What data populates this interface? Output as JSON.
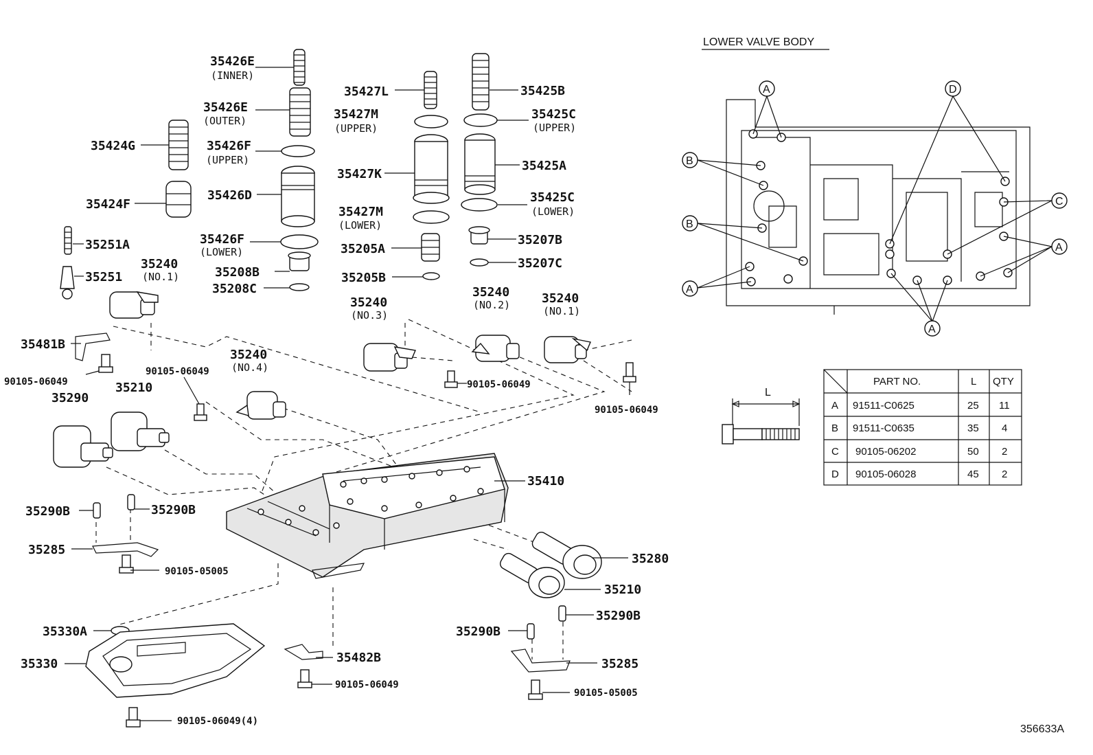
{
  "diagram": {
    "section_title": "LOWER VALVE BODY",
    "figure_id": "356633A",
    "labels": [
      {
        "id": "35426E",
        "text": "35426E",
        "sub": "(INNER)"
      },
      {
        "id": "35426E-outer",
        "text": "35426E",
        "sub": "(OUTER)"
      },
      {
        "id": "35424G",
        "text": "35424G",
        "sub": ""
      },
      {
        "id": "35426F-upper",
        "text": "35426F",
        "sub": "(UPPER)"
      },
      {
        "id": "35426D",
        "text": "35426D",
        "sub": ""
      },
      {
        "id": "35424F",
        "text": "35424F",
        "sub": ""
      },
      {
        "id": "35426F-lower",
        "text": "35426F",
        "sub": "(LOWER)"
      },
      {
        "id": "35251A",
        "text": "35251A",
        "sub": ""
      },
      {
        "id": "35208B",
        "text": "35208B",
        "sub": ""
      },
      {
        "id": "35208C",
        "text": "35208C",
        "sub": ""
      },
      {
        "id": "35251",
        "text": "35251",
        "sub": ""
      },
      {
        "id": "35240-no1-left",
        "text": "35240",
        "sub": "(NO.1)"
      },
      {
        "id": "35427L",
        "text": "35427L",
        "sub": ""
      },
      {
        "id": "35427M-upper",
        "text": "35427M",
        "sub": "(UPPER)"
      },
      {
        "id": "35427K",
        "text": "35427K",
        "sub": ""
      },
      {
        "id": "35427M-lower",
        "text": "35427M",
        "sub": "(LOWER)"
      },
      {
        "id": "35205A",
        "text": "35205A",
        "sub": ""
      },
      {
        "id": "35205B",
        "text": "35205B",
        "sub": ""
      },
      {
        "id": "35425B",
        "text": "35425B",
        "sub": ""
      },
      {
        "id": "35425C-upper",
        "text": "35425C",
        "sub": "(UPPER)"
      },
      {
        "id": "35425A",
        "text": "35425A",
        "sub": ""
      },
      {
        "id": "35425C-lower",
        "text": "35425C",
        "sub": "(LOWER)"
      },
      {
        "id": "35207B",
        "text": "35207B",
        "sub": ""
      },
      {
        "id": "35207C",
        "text": "35207C",
        "sub": ""
      },
      {
        "id": "35240-no3",
        "text": "35240",
        "sub": "(NO.3)"
      },
      {
        "id": "35240-no2",
        "text": "35240",
        "sub": "(NO.2)"
      },
      {
        "id": "35240-no1-right",
        "text": "35240",
        "sub": "(NO.1)"
      },
      {
        "id": "35481B",
        "text": "35481B",
        "sub": ""
      },
      {
        "id": "90105-06049-a",
        "text": "90105-06049",
        "sub": ""
      },
      {
        "id": "90105-06049-b",
        "text": "90105-06049",
        "sub": ""
      },
      {
        "id": "35240-no4",
        "text": "35240",
        "sub": "(NO.4)"
      },
      {
        "id": "90105-06049-c",
        "text": "90105-06049",
        "sub": ""
      },
      {
        "id": "90105-06049-d",
        "text": "90105-06049",
        "sub": ""
      },
      {
        "id": "35290",
        "text": "35290",
        "sub": ""
      },
      {
        "id": "35210-top",
        "text": "35210",
        "sub": ""
      },
      {
        "id": "35410",
        "text": "35410",
        "sub": ""
      },
      {
        "id": "35290B-a",
        "text": "35290B",
        "sub": ""
      },
      {
        "id": "35290B-b",
        "text": "35290B",
        "sub": ""
      },
      {
        "id": "35285-left",
        "text": "35285",
        "sub": ""
      },
      {
        "id": "90105-05005-left",
        "text": "90105-05005",
        "sub": ""
      },
      {
        "id": "35280",
        "text": "35280",
        "sub": ""
      },
      {
        "id": "35210-bottom",
        "text": "35210",
        "sub": ""
      },
      {
        "id": "35290B-c",
        "text": "35290B",
        "sub": ""
      },
      {
        "id": "35290B-d",
        "text": "35290B",
        "sub": ""
      },
      {
        "id": "35330A",
        "text": "35330A",
        "sub": ""
      },
      {
        "id": "35482B",
        "text": "35482B",
        "sub": ""
      },
      {
        "id": "35330",
        "text": "35330",
        "sub": ""
      },
      {
        "id": "35285-right",
        "text": "35285",
        "sub": ""
      },
      {
        "id": "90105-06049-e",
        "text": "90105-06049",
        "sub": ""
      },
      {
        "id": "90105-05005-right",
        "text": "90105-05005",
        "sub": ""
      },
      {
        "id": "90105-06049-4",
        "text": "90105-06049(4)",
        "sub": ""
      }
    ],
    "callouts": [
      "A",
      "B",
      "C",
      "D"
    ],
    "dimension_label": "L",
    "table": {
      "headers": [
        "",
        "PART NO.",
        "L",
        "QTY"
      ],
      "rows": [
        [
          "A",
          "91511-C0625",
          "25",
          "11"
        ],
        [
          "B",
          "91511-C0635",
          "35",
          "4"
        ],
        [
          "C",
          "90105-06202",
          "50",
          "2"
        ],
        [
          "D",
          "90105-06028",
          "45",
          "2"
        ]
      ]
    }
  }
}
